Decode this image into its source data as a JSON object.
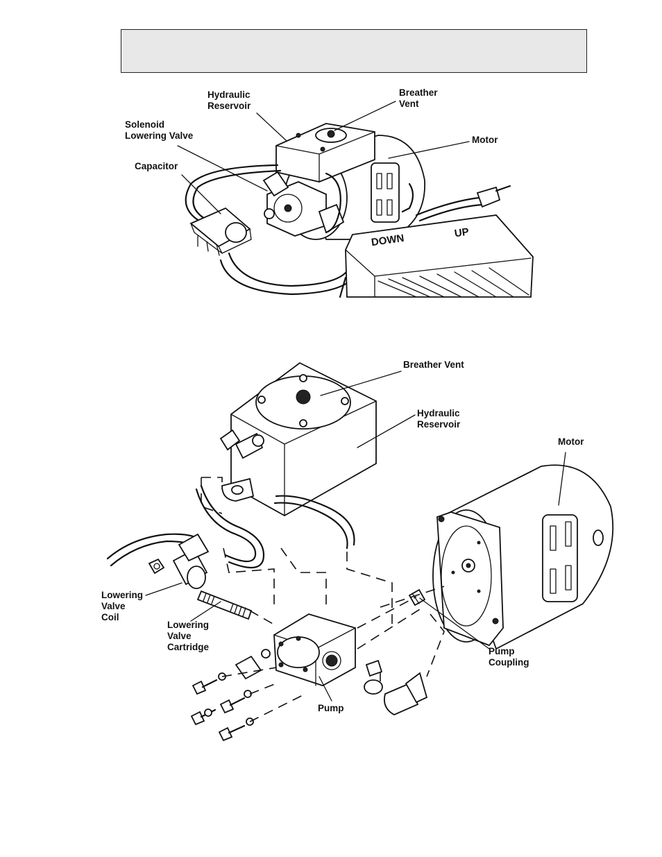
{
  "header_box_text": "",
  "figure1": {
    "labels": {
      "hydraulic_reservoir": "Hydraulic\nReservoir",
      "breather_vent": "Breather\nVent",
      "solenoid_lowering_valve": "Solenoid\nLowering Valve",
      "motor": "Motor",
      "capacitor": "Capacitor",
      "pendant_down": "DOWN",
      "pendant_up": "UP"
    }
  },
  "figure2": {
    "labels": {
      "breather_vent": "Breather Vent",
      "hydraulic_reservoir": "Hydraulic\nReservoir",
      "motor": "Motor",
      "lowering_valve_coil": "Lowering\nValve\nCoil",
      "lowering_valve_cartridge": "Lowering\nValve\nCartridge",
      "pump_coupling": "Pump\nCoupling",
      "pump": "Pump"
    }
  }
}
